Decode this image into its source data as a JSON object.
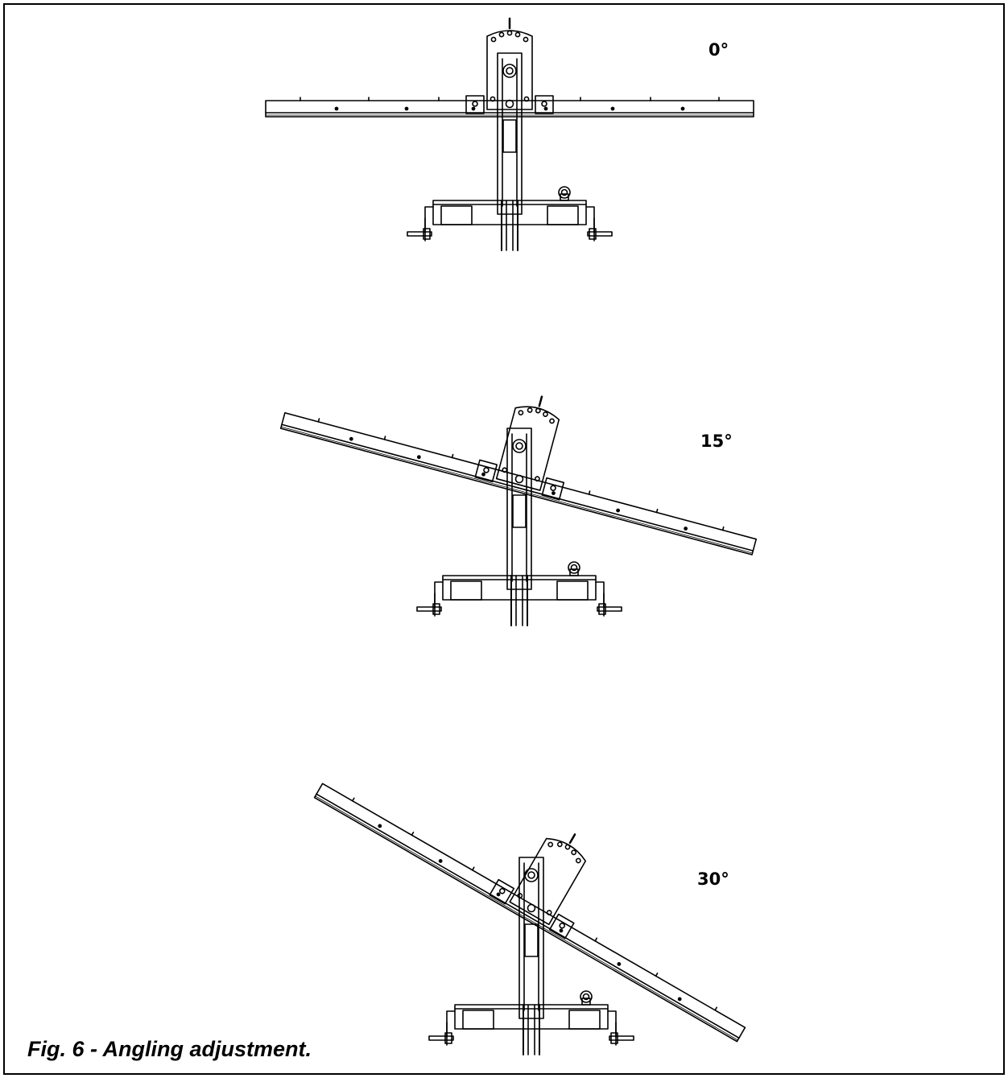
{
  "figure": {
    "caption": "Fig. 6 - Angling adjustment.",
    "line_color": "#000000",
    "background_color": "#ffffff"
  },
  "views": [
    {
      "id": "view-0",
      "angle_label": "0°",
      "angle_deg": 0
    },
    {
      "id": "view-15",
      "angle_label": "15°",
      "angle_deg": 15
    },
    {
      "id": "view-30",
      "angle_label": "30°",
      "angle_deg": 30
    }
  ]
}
